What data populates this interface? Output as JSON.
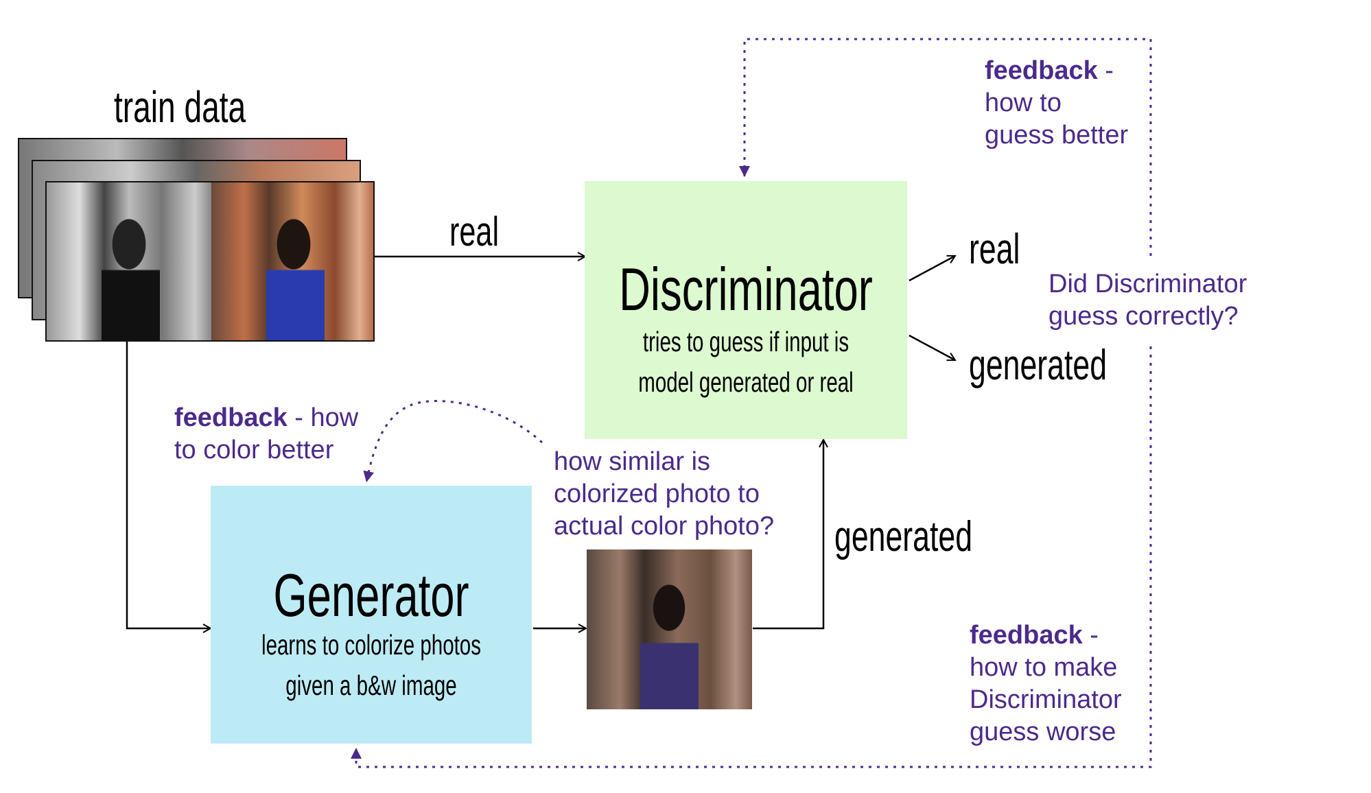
{
  "train_data_label": "train data",
  "real_input_label": "real",
  "discriminator": {
    "title": "Discriminator",
    "line1": "tries to guess if input is",
    "line2": "model generated or real",
    "color": "#dcf9d0"
  },
  "generator": {
    "title": "Generator",
    "line1": "learns to colorize photos",
    "line2": "given a b&w image",
    "color": "#bdebf5"
  },
  "outputs": {
    "real": "real",
    "generated": "generated"
  },
  "generated_input_label": "generated",
  "question": {
    "line1": "Did Discriminator",
    "line2": "guess correctly?"
  },
  "feedback_discriminator": {
    "bold": "feedback",
    "rest": " -",
    "line2": "how to",
    "line3": "guess better"
  },
  "feedback_generator_color": {
    "bold": "feedback",
    "rest": " - how",
    "line2": "to color better"
  },
  "similarity": {
    "line1": "how similar is",
    "line2": "colorized photo to",
    "line3": "actual color photo?"
  },
  "feedback_generator_fool": {
    "bold": "feedback",
    "rest": " -",
    "line2": "how to make",
    "line3": "Discriminator",
    "line4": "guess worse"
  },
  "colors": {
    "accent": "#4b2a8c"
  }
}
